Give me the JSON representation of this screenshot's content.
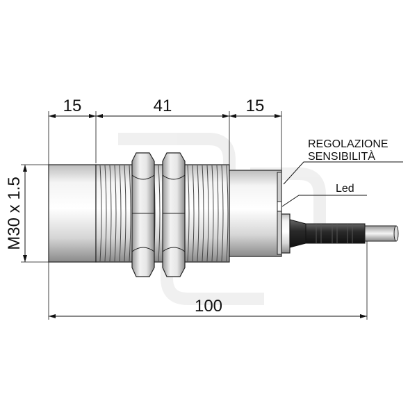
{
  "dimensions": {
    "front_length": "15",
    "thread_length": "41",
    "rear_length": "15",
    "total_length": "100",
    "thread_spec": "M30 x 1.5"
  },
  "labels": {
    "adjustment_line1": "REGOLAZIONE",
    "adjustment_line2": "SENSIBILITÀ",
    "led": "Led"
  },
  "colors": {
    "background": "#ffffff",
    "line": "#111111",
    "metal_light": "#f2f2f2",
    "metal_dark": "#9a9a9a",
    "cable": "#333333"
  }
}
